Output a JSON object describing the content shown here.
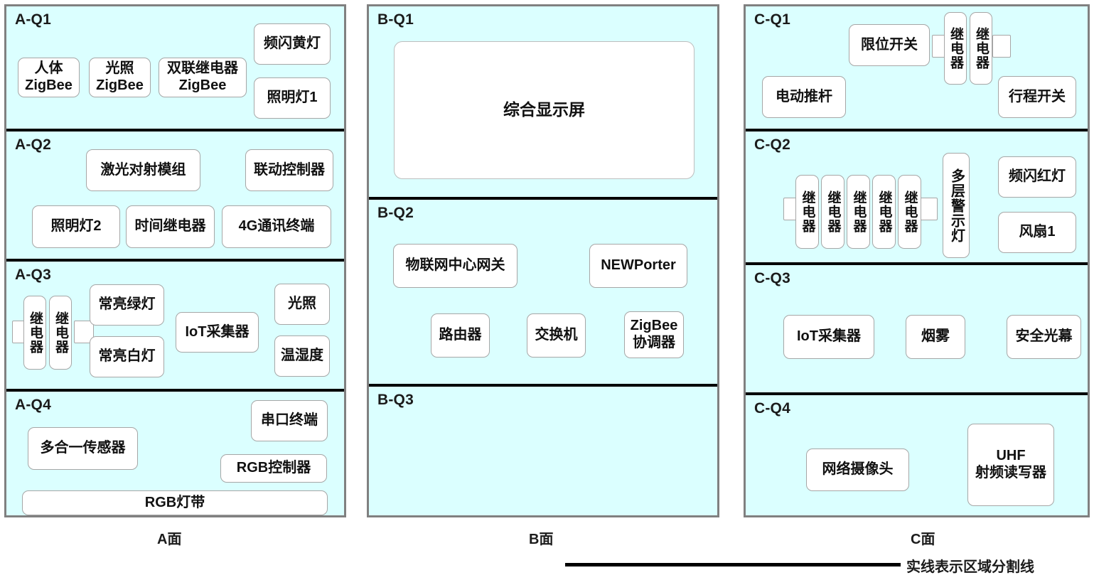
{
  "colors": {
    "panel_fill": "#dbffff",
    "panel_border": "#808080",
    "divider": "#000000",
    "device_fill": "#ffffff",
    "device_border": "#a6a6a6",
    "text": "#1b1b1b"
  },
  "panels": [
    {
      "id": "A",
      "face_label": "A面",
      "quadrants": [
        {
          "label": "A-Q1",
          "devices": [
            {
              "name": "device-human-zigbee",
              "text": "人体\nZigBee"
            },
            {
              "name": "device-light-zigbee",
              "text": "光照\nZigBee"
            },
            {
              "name": "device-dual-relay-zigbee",
              "text": "双联继电器\nZigBee"
            },
            {
              "name": "device-strobe-yellow-lamp",
              "text": "频闪黄灯"
            },
            {
              "name": "device-lighting-lamp-1",
              "text": "照明灯1"
            }
          ]
        },
        {
          "label": "A-Q2",
          "devices": [
            {
              "name": "device-laser-opposed-module",
              "text": "激光对射模组"
            },
            {
              "name": "device-linkage-controller",
              "text": "联动控制器"
            },
            {
              "name": "device-lighting-lamp-2",
              "text": "照明灯2"
            },
            {
              "name": "device-time-relay",
              "text": "时间继电器"
            },
            {
              "name": "device-4g-comm-terminal",
              "text": "4G通讯终端"
            }
          ]
        },
        {
          "label": "A-Q3",
          "relay_group": {
            "name": "relay-group-a-q3",
            "count": 2,
            "text": "继电器"
          },
          "devices": [
            {
              "name": "device-steady-green-lamp",
              "text": "常亮绿灯"
            },
            {
              "name": "device-steady-white-lamp",
              "text": "常亮白灯"
            },
            {
              "name": "device-iot-collector",
              "text": "IoT采集器"
            },
            {
              "name": "device-illuminance",
              "text": "光照"
            },
            {
              "name": "device-temp-humidity",
              "text": "温湿度"
            }
          ]
        },
        {
          "label": "A-Q4",
          "devices": [
            {
              "name": "device-multi-in-one-sensor",
              "text": "多合一传感器"
            },
            {
              "name": "device-serial-terminal",
              "text": "串口终端"
            },
            {
              "name": "device-rgb-controller",
              "text": "RGB控制器"
            },
            {
              "name": "device-rgb-light-strip",
              "text": "RGB灯带"
            }
          ]
        }
      ]
    },
    {
      "id": "B",
      "face_label": "B面",
      "quadrants": [
        {
          "label": "B-Q1",
          "devices": [
            {
              "name": "device-integrated-display",
              "text": "综合显示屏"
            }
          ]
        },
        {
          "label": "B-Q2",
          "devices": [
            {
              "name": "device-iot-central-gateway",
              "text": "物联网中心网关"
            },
            {
              "name": "device-newporter",
              "text": "NEWPorter"
            },
            {
              "name": "device-router",
              "text": "路由器"
            },
            {
              "name": "device-switch",
              "text": "交换机"
            },
            {
              "name": "device-zigbee-coordinator",
              "text": "ZigBee\n协调器"
            }
          ]
        },
        {
          "label": "B-Q3",
          "devices": []
        }
      ]
    },
    {
      "id": "C",
      "face_label": "C面",
      "quadrants": [
        {
          "label": "C-Q1",
          "relay_group": {
            "name": "relay-group-c-q1",
            "count": 2,
            "text": "继电器"
          },
          "devices": [
            {
              "name": "device-limit-switch",
              "text": "限位开关"
            },
            {
              "name": "device-electric-actuator",
              "text": "电动推杆"
            },
            {
              "name": "device-travel-switch",
              "text": "行程开关"
            }
          ]
        },
        {
          "label": "C-Q2",
          "relay_group": {
            "name": "relay-group-c-q2",
            "count": 5,
            "text": "继电器"
          },
          "devices": [
            {
              "name": "device-multilayer-warning-light",
              "text": "多层警示灯"
            },
            {
              "name": "device-strobe-red-lamp",
              "text": "频闪红灯"
            },
            {
              "name": "device-fan-1",
              "text": "风扇1"
            }
          ]
        },
        {
          "label": "C-Q3",
          "devices": [
            {
              "name": "device-iot-collector-c",
              "text": "IoT采集器"
            },
            {
              "name": "device-smoke",
              "text": "烟雾"
            },
            {
              "name": "device-safety-light-curtain",
              "text": "安全光幕"
            }
          ]
        },
        {
          "label": "C-Q4",
          "devices": [
            {
              "name": "device-network-camera",
              "text": "网络摄像头"
            },
            {
              "name": "device-uhf-rfid-reader",
              "text": "UHF\n射频读写器"
            }
          ]
        }
      ]
    }
  ],
  "legend": {
    "text": "实线表示区域分割线"
  }
}
